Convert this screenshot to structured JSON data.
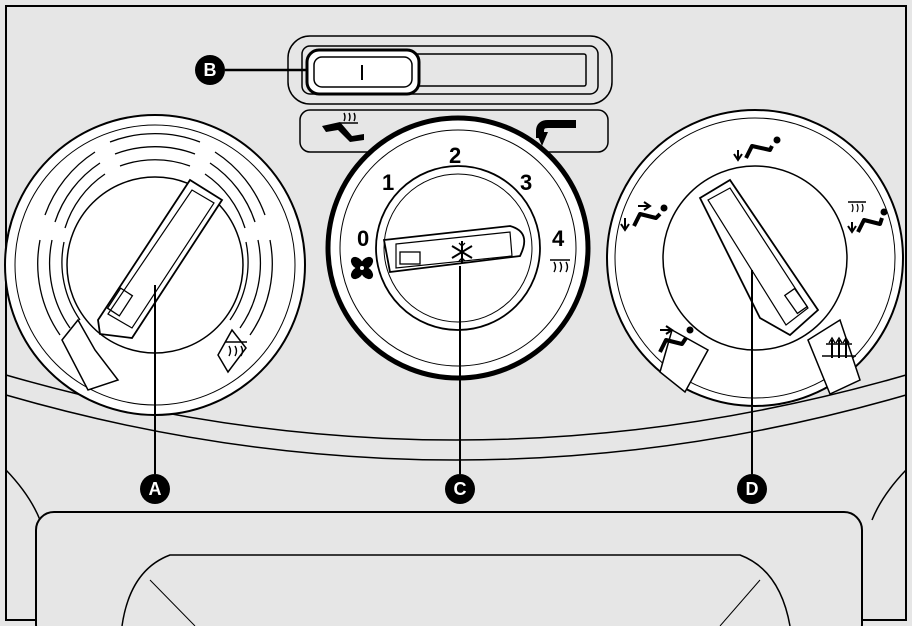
{
  "callouts": {
    "a": "A",
    "b": "B",
    "c": "C",
    "d": "D"
  },
  "fan_speed_dial": {
    "positions": [
      "0",
      "1",
      "2",
      "3",
      "4"
    ]
  },
  "colors": {
    "panel": "#e6e6e6",
    "knob": "#ffffff",
    "line": "#000000",
    "hatch": "#d4d4d4"
  },
  "icons": {
    "fan": "fan-icon",
    "snowflake": "snowflake-icon",
    "recirculation": "air-recirculation-icon",
    "outside_air": "outside-air-icon",
    "windscreen_demist": "windscreen-demist-icon",
    "rear_defrost": "rear-window-defrost-icon",
    "vent_face": "vent-face-icon",
    "vent_feet": "vent-feet-icon",
    "vent_face_feet": "vent-face-feet-icon",
    "vent_feet_screen": "vent-feet-screen-icon"
  }
}
